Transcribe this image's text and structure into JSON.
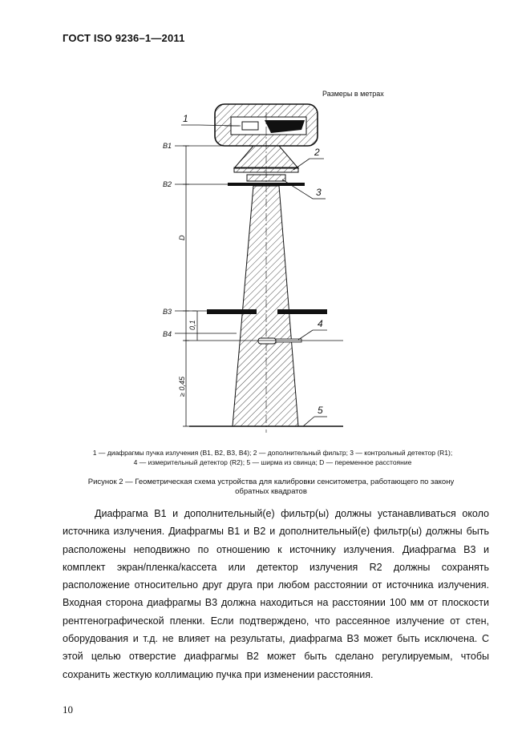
{
  "header": {
    "standard": "ГОСТ ISO 9236–1—2011"
  },
  "figure": {
    "units_note": "Размеры в метрах",
    "labels": {
      "b1": "B1",
      "b2": "B2",
      "b3": "B3",
      "b4": "B4",
      "d": "D",
      "dim_01": "0,1",
      "dim_045": "≥ 0,45"
    },
    "callouts": {
      "c1": "1",
      "c2": "2",
      "c3": "3",
      "c4": "4",
      "c5": "5"
    },
    "legend_line1": "1 — диафрагмы пучка излучения (B1, B2, B3, B4); 2 — дополнительный фильтр; 3 — контрольный детектор (R1);",
    "legend_line2": "4 — измерительный детектор (R2); 5 — ширма из свинца; D — переменное расстояние",
    "caption_line1": "Рисунок 2 — Геометрическая схема устройства для калибровки сенситометра, работающего по закону",
    "caption_line2": "обратных квадратов"
  },
  "body": {
    "paragraph": "Диафрагма B1 и дополнительный(е) фильтр(ы) должны устанавливаться около источника излучения. Диафрагмы B1 и B2 и дополнительный(е) фильтр(ы) должны быть расположены неподвижно по отношению к источнику излучения. Диафрагма B3 и комплект экран/пленка/кассета или детектор излучения R2 должны сохранять расположение относительно друг друга при любом расстоянии от источника излучения. Входная сторона диафрагмы B3 должна находиться на расстоянии 100 мм от плоскости рентгенографической пленки. Если подтверждено, что рассеянное излучение от стен, оборудования и т.д. не влияет на результаты, диафрагма B3 может быть исключена. С этой целью отверстие диафрагмы B2 может быть сделано регулируемым, чтобы сохранить жесткую коллимацию пучка при изменении расстояния."
  },
  "page_number": "10"
}
